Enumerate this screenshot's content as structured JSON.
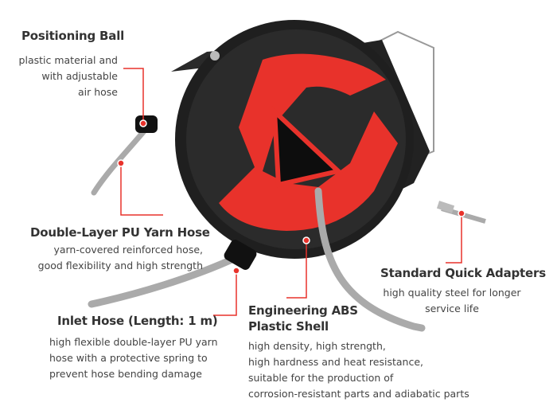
{
  "callouts": {
    "positioning_ball": {
      "title": "Positioning Ball",
      "lines": [
        "plastic material and",
        "with adjustable",
        "air hose"
      ]
    },
    "yarn_hose": {
      "title": "Double-Layer PU Yarn Hose",
      "lines": [
        "yarn-covered reinforced hose,",
        "good flexibility and high strength"
      ]
    },
    "inlet_hose": {
      "title": "Inlet Hose (Length: 1 m)",
      "lines": [
        "high flexible double-layer PU yarn",
        "hose with a protective spring to",
        "prevent hose bending damage"
      ]
    },
    "abs_shell": {
      "title_lines": [
        "Engineering ABS",
        "Plastic Shell"
      ],
      "lines": [
        "high density, high strength,",
        "high hardness and heat resistance,",
        "suitable for the production of",
        "corrosion-resistant parts and adiabatic parts"
      ]
    },
    "quick_adapters": {
      "title": "Standard Quick Adapters",
      "lines": [
        "high quality steel for longer",
        "service life"
      ]
    }
  },
  "colors": {
    "accent": "#e8322b",
    "shell": "#1c1c1c",
    "hose": "#b8b8b8"
  }
}
